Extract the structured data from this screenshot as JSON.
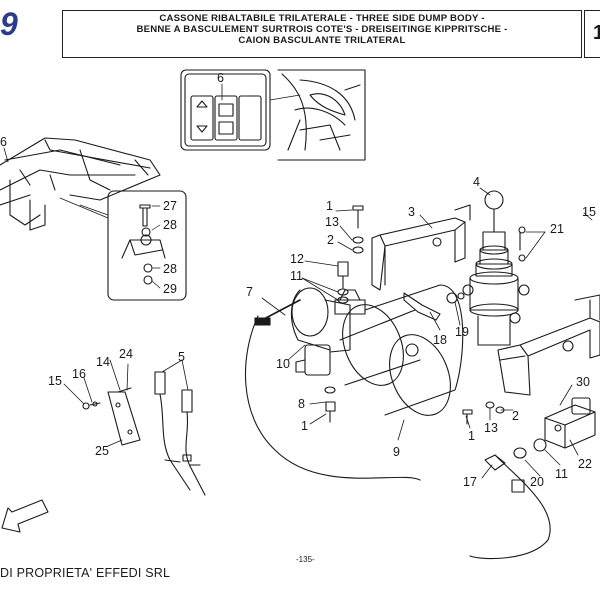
{
  "header": {
    "section_number": "9",
    "title_lines": [
      "CASSONE RIBALTABILE TRILATERALE  -  THREE SIDE DUMP BODY -",
      "BENNE A BASCULEMENT SURTROIS COTE'S - DREISEITINGE KIPPRITSCHE -",
      "CAION BASCULANTE TRILATERAL"
    ],
    "page_tab": "1"
  },
  "callouts": {
    "c6_top": "6",
    "c6_left": "6",
    "c27": "27",
    "c28_a": "28",
    "c28_b": "28",
    "c29": "29",
    "c1_a": "1",
    "c13_a": "13",
    "c2_a": "2",
    "c3": "3",
    "c4": "4",
    "c21": "21",
    "c15_right": "15",
    "c12": "12",
    "c11_a": "11",
    "c7": "7",
    "c10": "10",
    "c18": "18",
    "c19": "19",
    "c14": "14",
    "c24": "24",
    "c5": "5",
    "c15_left": "15",
    "c16": "16",
    "c25": "25",
    "c8": "8",
    "c1_b": "1",
    "c9": "9",
    "c1_c": "1",
    "c13_b": "13",
    "c2_b": "2",
    "c30": "30",
    "c22": "22",
    "c11_b": "11",
    "c17": "17",
    "c20": "20"
  },
  "footer": {
    "page_number": "-135-",
    "owner": "DI PROPRIETA' EFFEDI SRL"
  },
  "colors": {
    "accent": "#2d3b8f",
    "ink": "#1a1a1a"
  }
}
